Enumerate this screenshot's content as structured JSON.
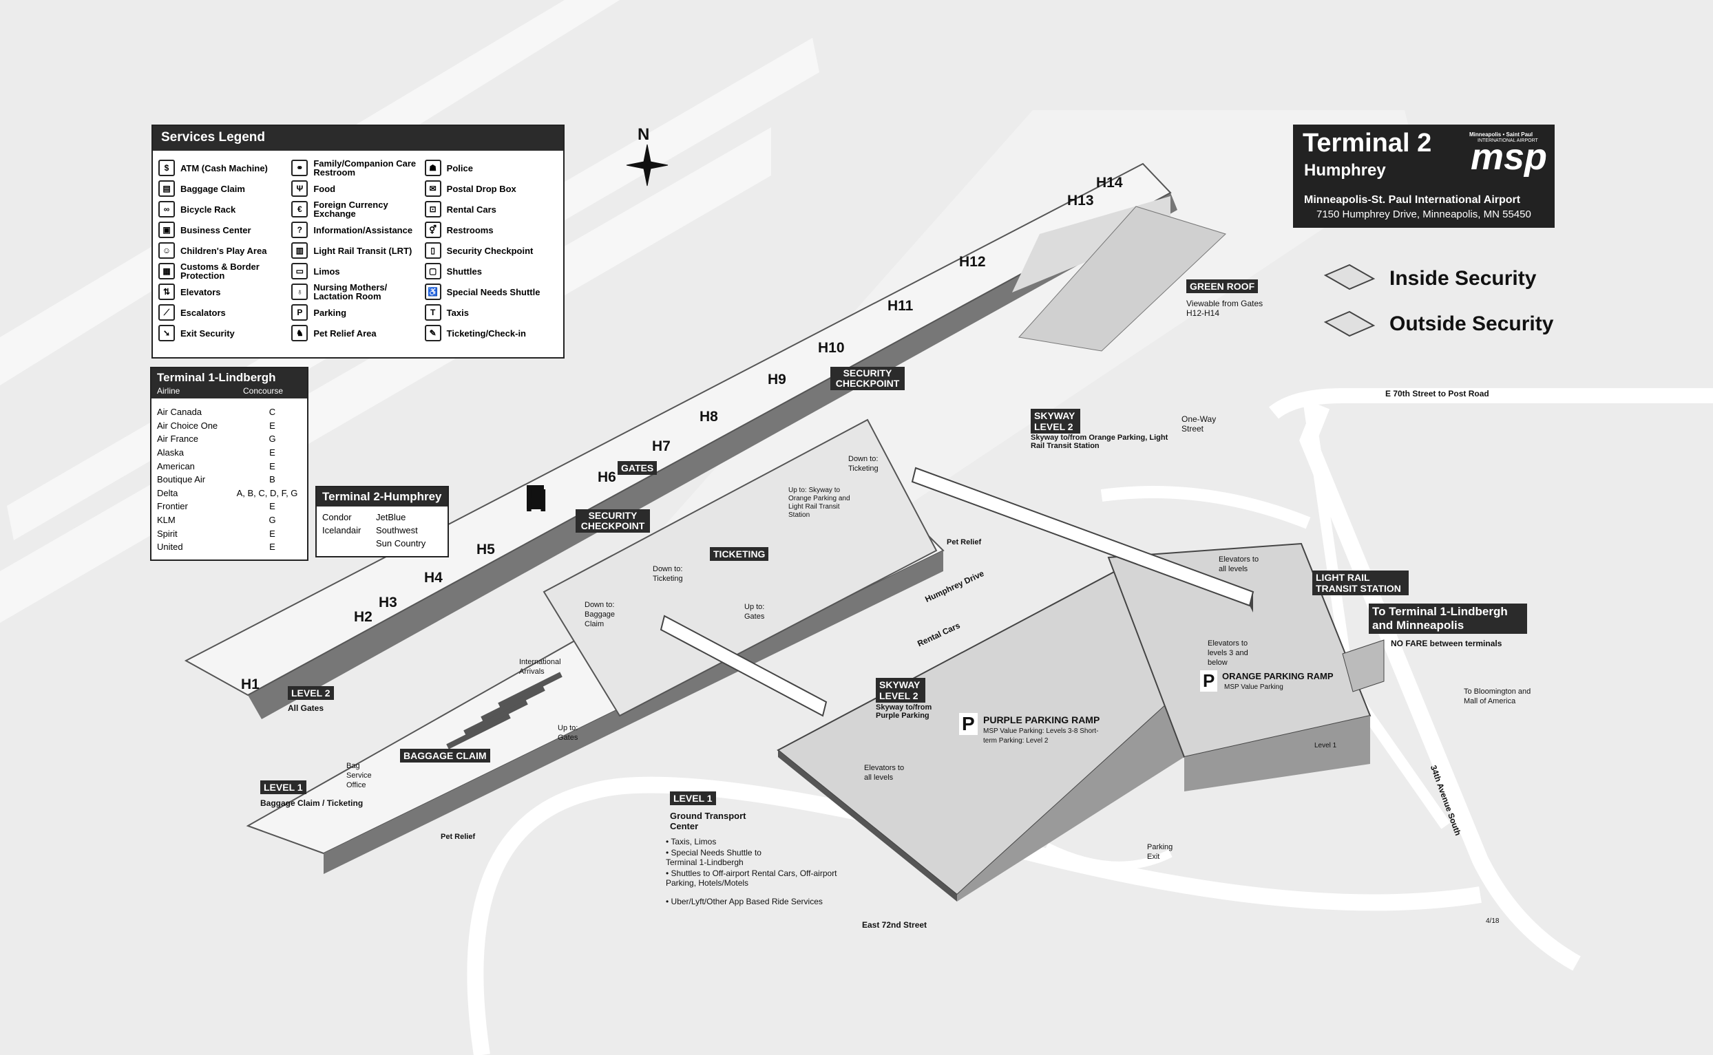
{
  "map_title": {
    "title": "Terminal 2",
    "subtitle": "Humphrey",
    "airport": "Minneapolis-St. Paul International Airport",
    "address": "7150 Humphrey Drive, Minneapolis, MN 55450",
    "logo_top": "Minneapolis • Saint Paul",
    "logo_sub": "INTERNATIONAL AIRPORT",
    "logo_text": "msp"
  },
  "key": {
    "inside": "Inside Security",
    "outside": "Outside Security"
  },
  "legend": {
    "title": "Services Legend",
    "col1": [
      {
        "icon": "atm-icon",
        "label": "ATM (Cash Machine)"
      },
      {
        "icon": "baggage-claim-icon",
        "label": "Baggage Claim"
      },
      {
        "icon": "bicycle-icon",
        "label": "Bicycle Rack"
      },
      {
        "icon": "business-center-icon",
        "label": "Business Center"
      },
      {
        "icon": "play-area-icon",
        "label": "Children's Play Area"
      },
      {
        "icon": "customs-icon",
        "label": "Customs & Border Protection"
      },
      {
        "icon": "elevator-icon",
        "label": "Elevators"
      },
      {
        "icon": "escalator-icon",
        "label": "Escalators"
      },
      {
        "icon": "exit-security-icon",
        "label": "Exit Security"
      }
    ],
    "col2": [
      {
        "icon": "family-restroom-icon",
        "label": "Family/Companion Care Restroom"
      },
      {
        "icon": "food-icon",
        "label": "Food"
      },
      {
        "icon": "currency-exchange-icon",
        "label": "Foreign Currency Exchange"
      },
      {
        "icon": "information-icon",
        "label": "Information/Assistance"
      },
      {
        "icon": "light-rail-icon",
        "label": "Light Rail Transit (LRT)"
      },
      {
        "icon": "limo-icon",
        "label": "Limos"
      },
      {
        "icon": "nursing-icon",
        "label": "Nursing Mothers/ Lactation Room"
      },
      {
        "icon": "parking-icon",
        "label": "Parking"
      },
      {
        "icon": "pet-relief-icon",
        "label": "Pet Relief Area"
      }
    ],
    "col3": [
      {
        "icon": "police-icon",
        "label": "Police"
      },
      {
        "icon": "postal-icon",
        "label": "Postal Drop Box"
      },
      {
        "icon": "rental-car-icon",
        "label": "Rental Cars"
      },
      {
        "icon": "restroom-icon",
        "label": "Restrooms"
      },
      {
        "icon": "security-checkpoint-icon",
        "label": "Security Checkpoint"
      },
      {
        "icon": "shuttle-icon",
        "label": "Shuttles"
      },
      {
        "icon": "special-needs-shuttle-icon",
        "label": "Special Needs Shuttle"
      },
      {
        "icon": "taxi-icon",
        "label": "Taxis"
      },
      {
        "icon": "ticketing-icon",
        "label": "Ticketing/Check-in"
      }
    ]
  },
  "terminal1": {
    "title": "Terminal 1-Lindbergh",
    "col_airline": "Airline",
    "col_concourse": "Concourse",
    "rows": [
      {
        "airline": "Air Canada",
        "concourse": "C"
      },
      {
        "airline": "Air Choice One",
        "concourse": "E"
      },
      {
        "airline": "Air France",
        "concourse": "G"
      },
      {
        "airline": "Alaska",
        "concourse": "E"
      },
      {
        "airline": "American",
        "concourse": "E"
      },
      {
        "airline": "Boutique Air",
        "concourse": "B"
      },
      {
        "airline": "Delta",
        "concourse": "A, B, C, D, F, G"
      },
      {
        "airline": "Frontier",
        "concourse": "E"
      },
      {
        "airline": "KLM",
        "concourse": "G"
      },
      {
        "airline": "Spirit",
        "concourse": "E"
      },
      {
        "airline": "United",
        "concourse": "E"
      }
    ]
  },
  "terminal2": {
    "title": "Terminal 2-Humphrey",
    "col1": [
      "Condor",
      "Icelandair"
    ],
    "col2": [
      "JetBlue",
      "Southwest",
      "Sun Country"
    ]
  },
  "gates": [
    "H1",
    "H2",
    "H3",
    "H4",
    "H5",
    "H6",
    "H7",
    "H8",
    "H9",
    "H10",
    "H11",
    "H12",
    "H13",
    "H14"
  ],
  "labels": {
    "north": "N",
    "concourse_letter": "H",
    "gates_tag": "GATES",
    "security_1": "SECURITY CHECKPOINT",
    "security_2": "SECURITY CHECKPOINT",
    "ticketing": "TICKETING",
    "baggage_claim": "BAGGAGE CLAIM",
    "level2": "LEVEL 2",
    "level2_sub": "All Gates",
    "level1": "LEVEL 1",
    "level1_sub": "Baggage Claim / Ticketing",
    "level1_gtc": "LEVEL 1",
    "gtc_title": "Ground Transport Center",
    "gtc_items": [
      "• Taxis, Limos",
      "• Special Needs Shuttle to Terminal 1-Lindbergh",
      "• Shuttles to Off-airport Rental Cars, Off-airport Parking, Hotels/Motels",
      "• Uber/Lyft/Other App Based Ride Services"
    ],
    "green_roof": "GREEN ROOF",
    "green_roof_sub": "Viewable from Gates H12-H14",
    "skyway_orange": "SKYWAY LEVEL 2",
    "skyway_orange_sub": "Skyway to/from Orange Parking, Light Rail Transit Station",
    "skyway_purple": "SKYWAY LEVEL 2",
    "skyway_purple_sub": "Skyway to/from Purple Parking",
    "purple_ramp": "PURPLE PARKING RAMP",
    "purple_ramp_sub": "MSP Value Parking: Levels 3-8 Short-term Parking: Level 2",
    "orange_ramp": "ORANGE PARKING RAMP",
    "orange_ramp_sub": "MSP Value Parking",
    "light_rail": "LIGHT RAIL TRANSIT STATION",
    "to_t1": "To Terminal 1-Lindbergh and Minneapolis",
    "no_fare": "NO FARE between terminals",
    "e70": "E 70th Street to Post Road",
    "one_way": "One-Way Street",
    "humphrey_drive": "Humphrey Drive",
    "rental_cars": "Rental Cars",
    "pet_relief_upper": "Pet Relief",
    "pet_relief_lower": "Pet Relief",
    "down_ticketing_1": "Down to: Ticketing",
    "down_ticketing_2": "Down to: Ticketing",
    "down_baggage": "Down to: Baggage Claim",
    "up_gates_1": "Up to: Gates",
    "up_gates_2": "Up to: Gates",
    "up_skyway": "Up to: Skyway to Orange Parking and Light Rail Transit Station",
    "intl_arrivals": "International Arrivals",
    "bag_service": "Bag Service Office",
    "elevators_all_1": "Elevators to all levels",
    "elevators_all_2": "Elevators to all levels",
    "elevators_3": "Elevators to levels 3 and below",
    "parking_exit": "Parking Exit",
    "level1_orange": "Level 1",
    "bloomington": "To Bloomington and Mall of America",
    "ave34": "34th Avenue South",
    "e72": "East 72nd Street",
    "version": "4/18"
  },
  "colors": {
    "dark": "#2b2b2b",
    "light": "#ececec",
    "road": "#ffffff",
    "mid": "#bdbdbd"
  }
}
